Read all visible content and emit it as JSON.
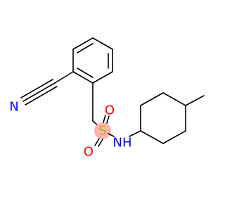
{
  "molecule": {
    "atoms": {
      "cyano_n": {
        "symbol": "N",
        "color": "#0000ff"
      },
      "sulfur": {
        "symbol": "S",
        "color": "#b5b500",
        "highlight": "#ffb3b3"
      },
      "oxygen_top": {
        "symbol": "O",
        "color": "#ff0000"
      },
      "oxygen_bottom": {
        "symbol": "O",
        "color": "#ff0000"
      },
      "amide_nh": {
        "symbol": "NH",
        "color": "#0000ff"
      }
    },
    "colors": {
      "bond": "#000000",
      "background": "#ffffff"
    }
  }
}
